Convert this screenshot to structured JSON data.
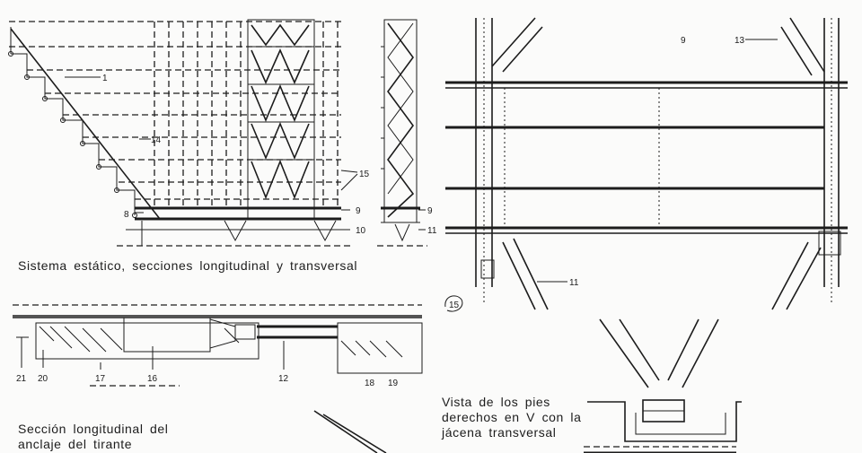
{
  "captions": {
    "static_system": "Sistema estático, secciones longitudinal y transversal",
    "anchor_section": "Sección longitudinal del anclaje del tirante",
    "v_columns": "Vista de los pies derechos en V con la jácena transversal",
    "figure_number": "15"
  },
  "labels": {
    "static_system": [
      "1",
      "14",
      "15",
      "8",
      "9",
      "10"
    ],
    "transverse": [
      "9",
      "11"
    ],
    "v_detail": [
      "9",
      "13",
      "11"
    ],
    "anchor": [
      "21",
      "20",
      "17",
      "16",
      "12",
      "18",
      "19"
    ]
  }
}
